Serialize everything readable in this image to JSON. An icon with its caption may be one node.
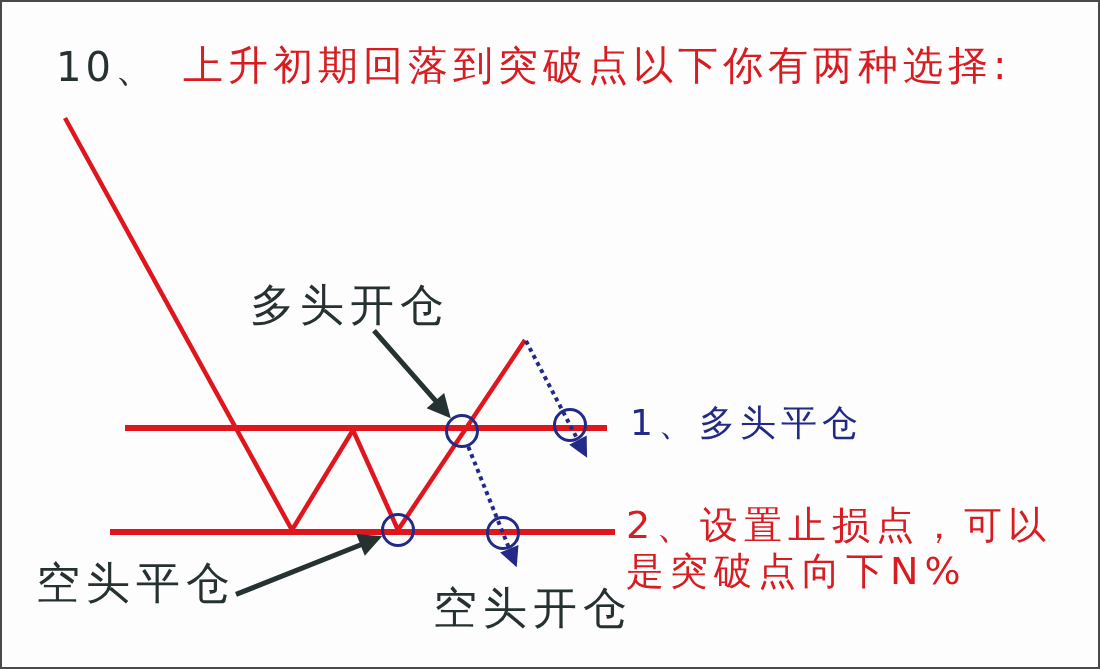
{
  "diagram": {
    "title": "上升初期回落到突破点以下你有两种选择:",
    "nodes": [
      {
        "text": [
          "多头开仓"
        ]
      },
      {
        "text": [
          "空头平仓"
        ]
      },
      {
        "text": [],
        "shape": "circle"
      },
      {
        "text": [],
        "shape": "circle"
      },
      {
        "text": [],
        "shape": "circle"
      },
      {
        "text": [],
        "shape": "circle"
      }
    ],
    "edges": [
      {
        "from": 0,
        "to": 3,
        "arrow": "to"
      },
      {
        "from": 1,
        "to": 2,
        "arrow": "to"
      },
      {
        "from": 3,
        "to": 4,
        "arrow": "to",
        "style": "dashed",
        "color": "#222a86"
      },
      {
        "from": null,
        "to": 5,
        "arrow": "to",
        "style": "dashed",
        "color": "#222a86"
      }
    ],
    "labels": [
      "10、",
      "1、多头平仓",
      "2、设置止损点，可以是突破点向下N%",
      "空头开仓"
    ]
  }
}
